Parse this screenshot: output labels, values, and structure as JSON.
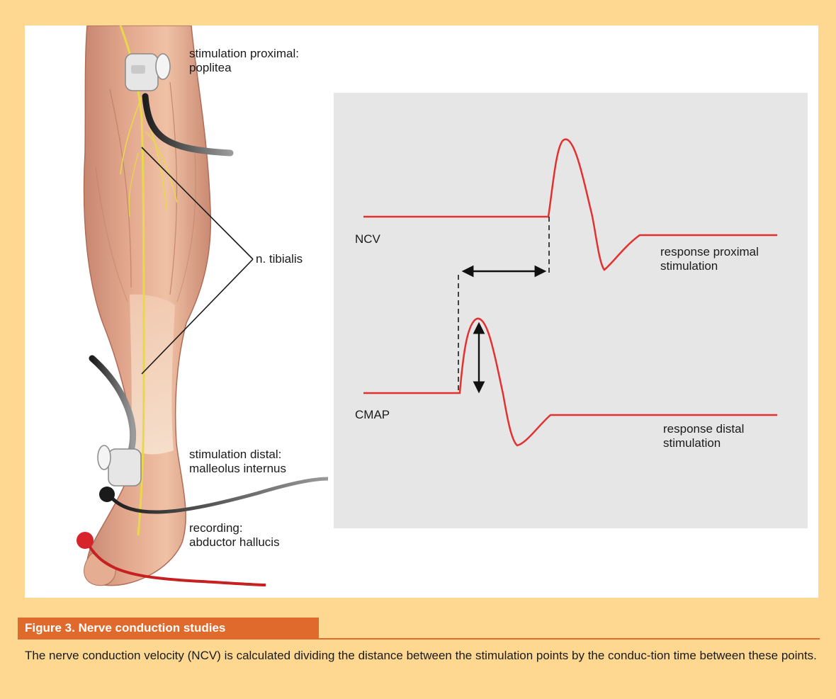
{
  "colors": {
    "background": "#fed891",
    "caption_accent": "#e06a2c",
    "trace": "#e2312f",
    "graph_panel": "#e6e6e7",
    "nerve": "#e8d84a"
  },
  "labels": {
    "stim_proximal_line1": "stimulation proximal:",
    "stim_proximal_line2": "poplitea",
    "nerve": "n. tibialis",
    "stim_distal_line1": "stimulation distal:",
    "stim_distal_line2": "malleolus internus",
    "recording_line1": "recording:",
    "recording_line2": "abductor hallucis"
  },
  "graph": {
    "ncv_label": "NCV",
    "cmap_label": "CMAP",
    "resp_proximal_line1": "response proximal",
    "resp_proximal_line2": "stimulation",
    "resp_distal_line1": "response distal",
    "resp_distal_line2": "stimulation"
  },
  "caption": {
    "title": "Figure 3. Nerve conduction studies",
    "text": "The nerve conduction velocity (NCV) is calculated dividing the distance between the stimulation points by the conduc-tion time between these points."
  },
  "icons": [
    "stimulator-electrode-icon",
    "recording-electrode-icon",
    "double-arrow-icon"
  ]
}
